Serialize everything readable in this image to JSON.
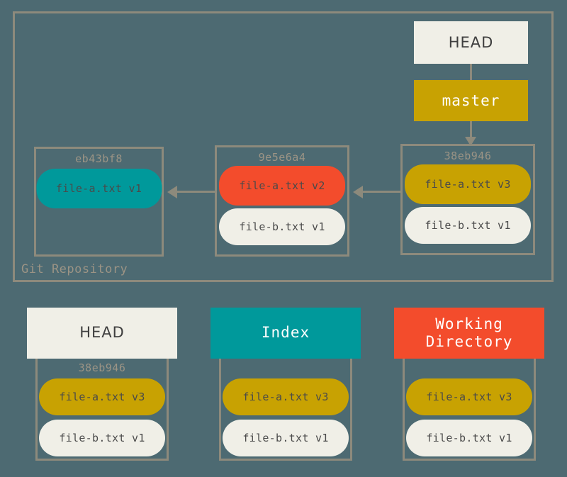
{
  "colors": {
    "background": "#4d6a72",
    "border": "#8d8a7c",
    "hash_text": "#9c9485",
    "gold": "#c8a202",
    "teal": "#00999b",
    "red": "#f34c2c",
    "cream": "#f0efe7",
    "dark_text": "#4a4a4a"
  },
  "repository": {
    "label": "Git Repository",
    "refs": {
      "head": "HEAD",
      "branch": "master"
    },
    "commits": [
      {
        "hash": "eb43bf8",
        "files": [
          {
            "name": "file-a.txt v1",
            "color": "teal"
          }
        ]
      },
      {
        "hash": "9e5e6a4",
        "files": [
          {
            "name": "file-a.txt v2",
            "color": "red"
          },
          {
            "name": "file-b.txt v1",
            "color": "cream"
          }
        ]
      },
      {
        "hash": "38eb946",
        "files": [
          {
            "name": "file-a.txt v3",
            "color": "gold"
          },
          {
            "name": "file-b.txt v1",
            "color": "cream"
          }
        ]
      }
    ]
  },
  "panels": [
    {
      "title": "HEAD",
      "hash": "38eb946",
      "files": [
        {
          "name": "file-a.txt v3",
          "color": "gold"
        },
        {
          "name": "file-b.txt v1",
          "color": "cream"
        }
      ]
    },
    {
      "title": "Index",
      "hash": "",
      "files": [
        {
          "name": "file-a.txt v3",
          "color": "gold"
        },
        {
          "name": "file-b.txt v1",
          "color": "cream"
        }
      ]
    },
    {
      "title": "Working\nDirectory",
      "title_line1": "Working",
      "title_line2": "Directory",
      "hash": "",
      "files": [
        {
          "name": "file-a.txt v3",
          "color": "gold"
        },
        {
          "name": "file-b.txt v1",
          "color": "cream"
        }
      ]
    }
  ]
}
